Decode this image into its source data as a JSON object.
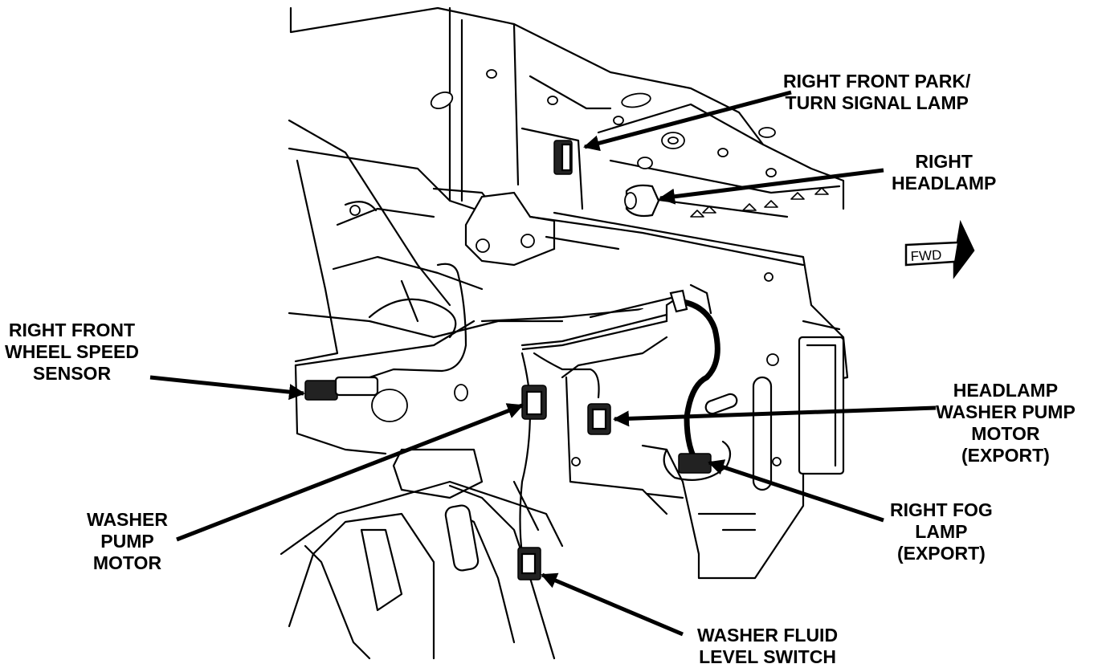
{
  "labels": {
    "park_turn": [
      "RIGHT FRONT PARK/",
      "TURN SIGNAL LAMP"
    ],
    "headlamp": [
      "RIGHT",
      "HEADLAMP"
    ],
    "fwd": "FWD",
    "wheel_speed": [
      "RIGHT FRONT",
      "WHEEL SPEED",
      "SENSOR"
    ],
    "headlamp_washer": [
      "HEADLAMP",
      "WASHER PUMP",
      "MOTOR",
      "(EXPORT)"
    ],
    "fog_lamp": [
      "RIGHT FOG",
      "LAMP",
      "(EXPORT)"
    ],
    "washer_pump": [
      "WASHER",
      "PUMP",
      "MOTOR"
    ],
    "fluid_level": [
      "WASHER FLUID",
      "LEVEL SWITCH"
    ]
  }
}
